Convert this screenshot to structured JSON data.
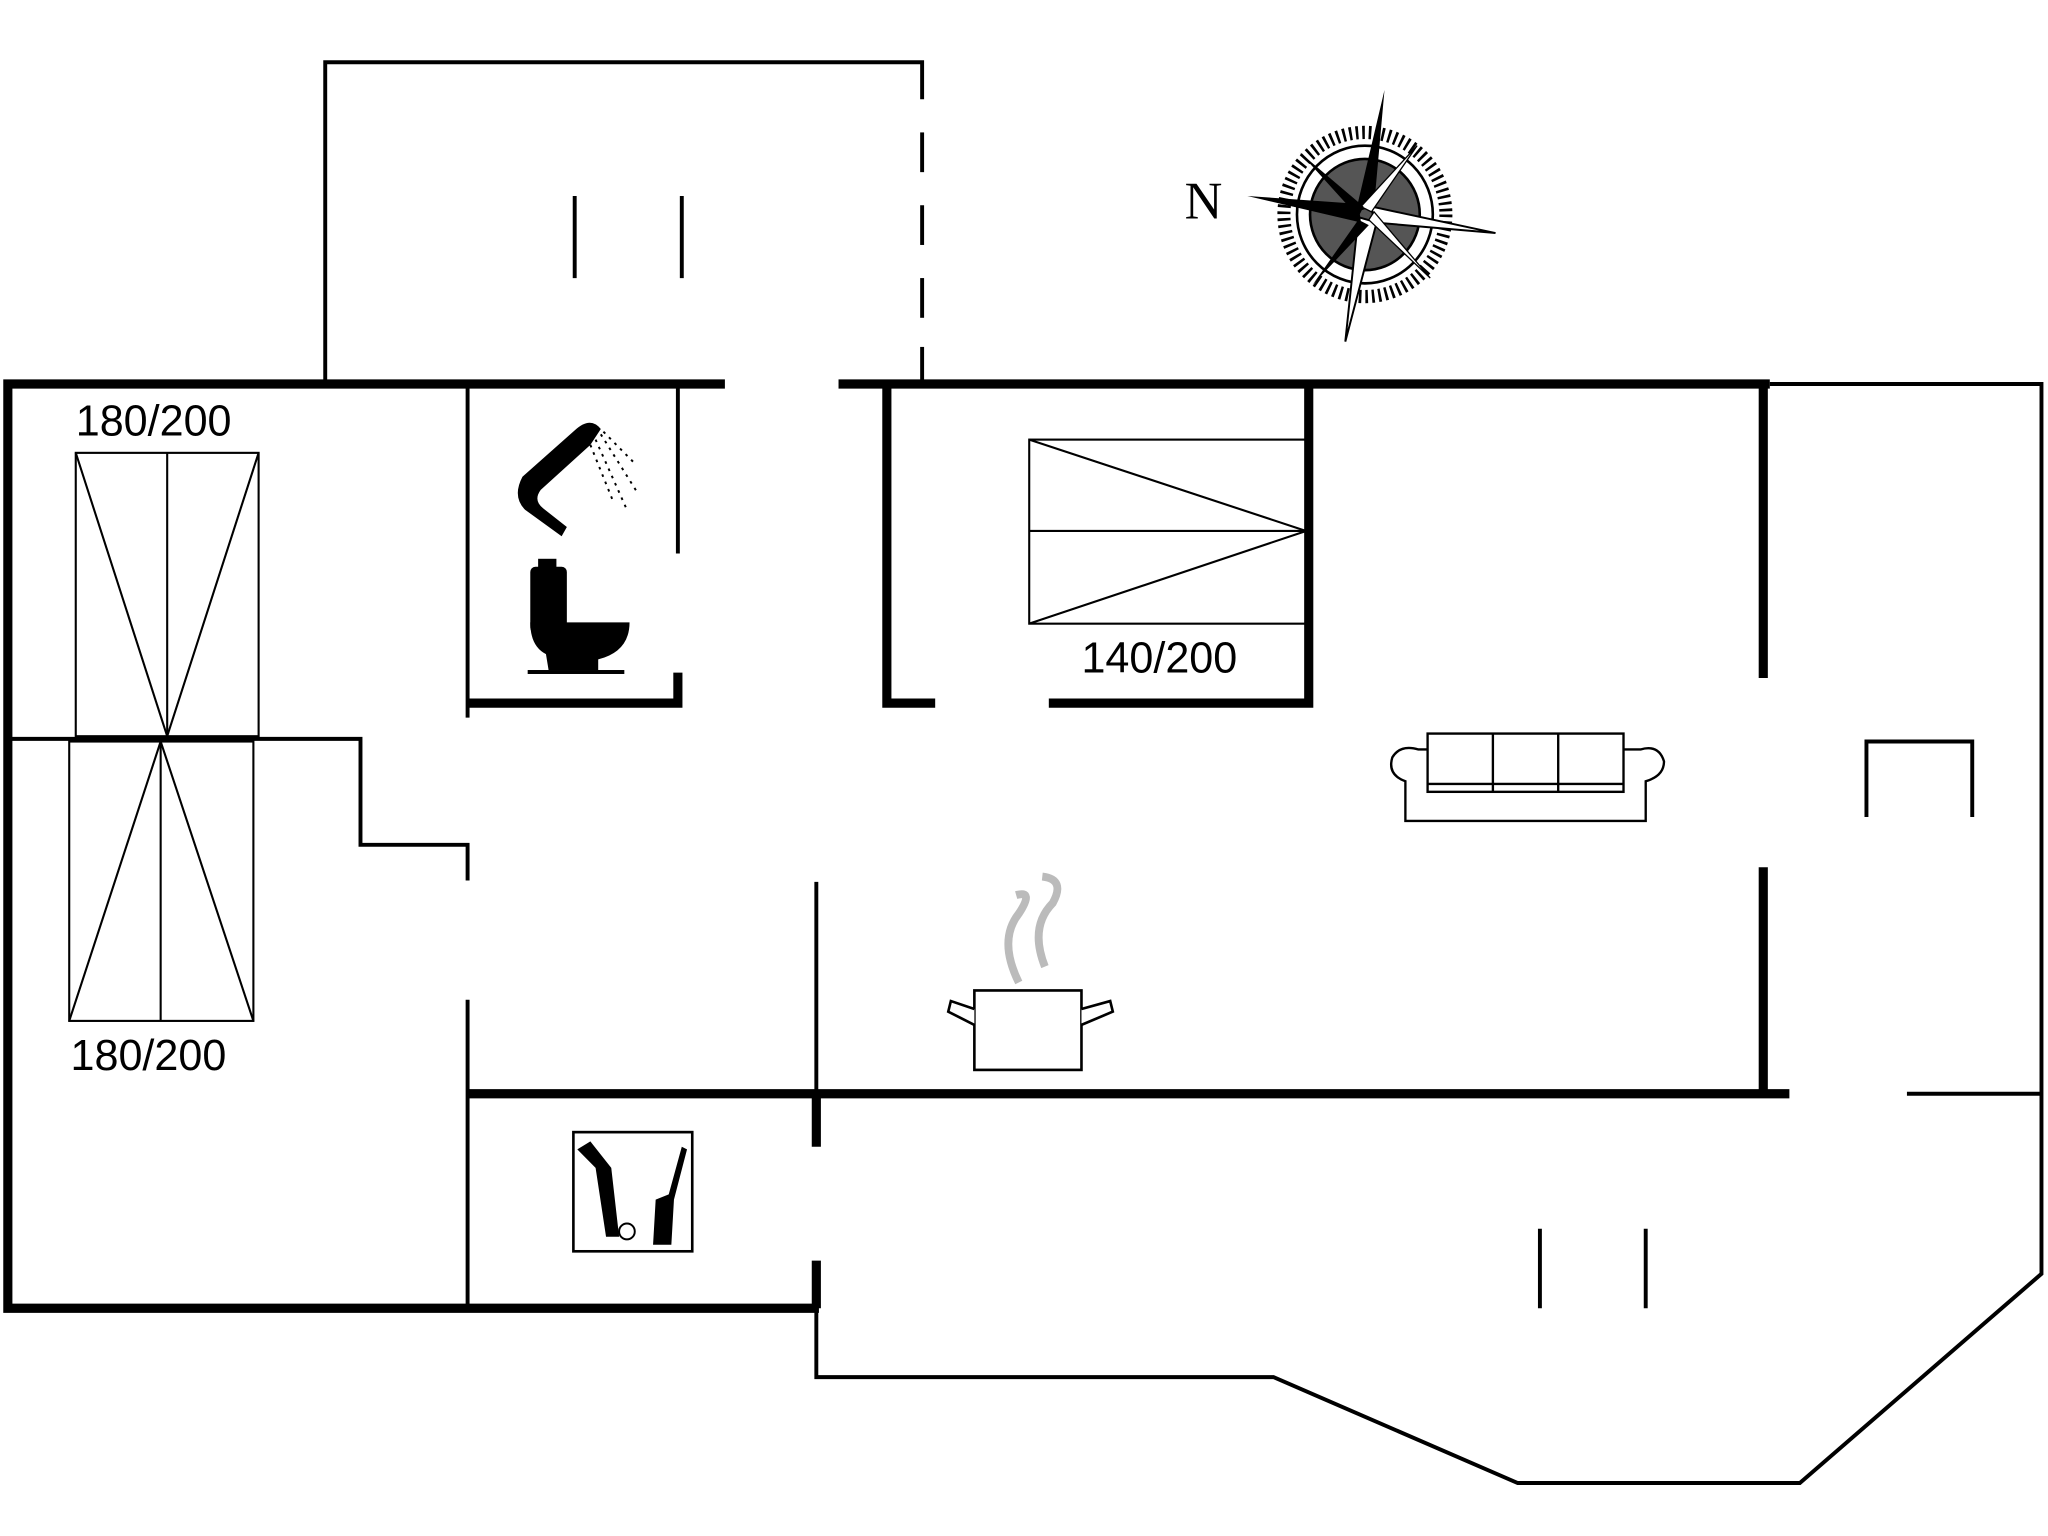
{
  "plan": {
    "bed_labels": [
      "180/200",
      "180/200",
      "140/200"
    ],
    "compass_label": "N",
    "icons": [
      "shower-icon",
      "toilet-icon",
      "sofa-icon",
      "cooking-pot-icon",
      "utility-room-icon",
      "compass-rose-icon",
      "double-bed-icon",
      "single-bed-icon"
    ],
    "colors": {
      "walls": "#000000",
      "steam": "#bbbbbb",
      "background": "#ffffff"
    }
  }
}
